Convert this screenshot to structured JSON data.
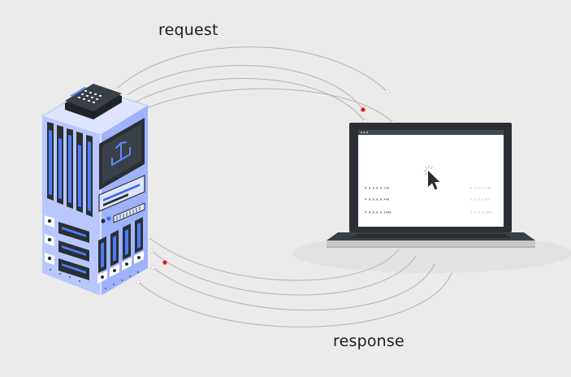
{
  "labels": {
    "request": "request",
    "response": "response"
  },
  "laptop_rows": [
    {
      "left": "0.0.0.0:126",
      "right": "0.0.0.0:330"
    },
    {
      "left": "0.0.0.0:449",
      "right": "0.0.0.0:451"
    },
    {
      "left": "0.0.0.0:1040",
      "right": "0.0.0.0:4869"
    }
  ],
  "colors": {
    "background": "#ebebeb",
    "line": "#b3b3b3",
    "packet": "#e01818",
    "server_body": "#a9bcff",
    "server_accent": "#3d68f5",
    "dark": "#2b2f33"
  }
}
